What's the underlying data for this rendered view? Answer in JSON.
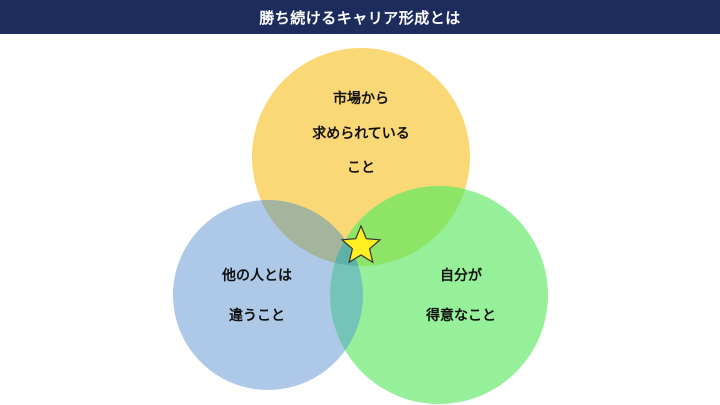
{
  "header": {
    "title": "勝ち続けるキャリア形成とは",
    "background": "#1c2c5c"
  },
  "venn": {
    "circles": [
      {
        "id": "market",
        "lines": [
          "市場から",
          "求められている",
          "こと"
        ],
        "color": "#fbd876"
      },
      {
        "id": "unique",
        "lines": [
          "他の人とは",
          "違うこと"
        ],
        "color": "#aec8e8"
      },
      {
        "id": "strength",
        "lines": [
          "自分が",
          "得意なこと"
        ],
        "color": "#96f09a"
      }
    ],
    "overlaps": {
      "market_unique": "#a5b49d",
      "market_strength": "#8ee466",
      "unique_strength": "#74c5b8",
      "center": "#5fb0a6"
    },
    "center_mark": {
      "icon": "star-icon",
      "color": "#ffee22",
      "stroke": "#333333"
    }
  }
}
